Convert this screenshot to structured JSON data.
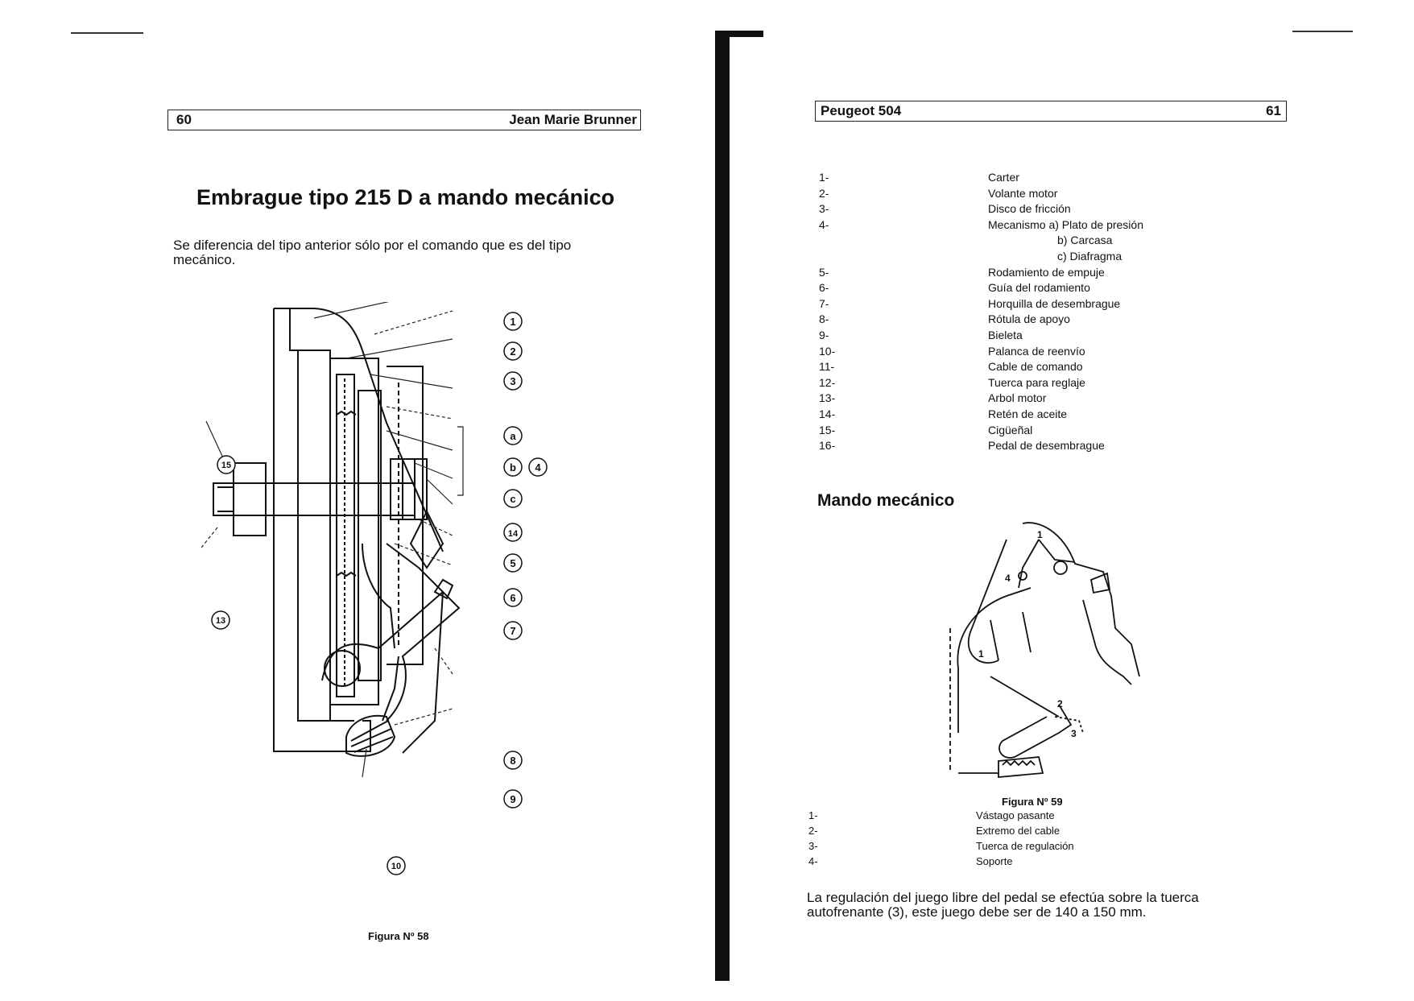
{
  "left_page": {
    "page_number": "60",
    "header_author": "Jean Marie Brunner",
    "title": "Embrague tipo 215 D a mando mecánico",
    "paragraph_line1": "Se diferencia del tipo anterior sólo por el comando que es del tipo",
    "paragraph_line2": "mecánico.",
    "figure_caption": "Figura Nº 58",
    "callouts": [
      "1",
      "2",
      "3",
      "a",
      "b",
      "c",
      "4",
      "14",
      "5",
      "6",
      "7",
      "8",
      "9",
      "10",
      "13",
      "15"
    ]
  },
  "right_page": {
    "header_title": "Peugeot 504",
    "page_number": "61",
    "legend": [
      {
        "num": "1-",
        "text": "Carter"
      },
      {
        "num": "2-",
        "text": "Volante motor"
      },
      {
        "num": "3-",
        "text": "Disco de fricción"
      },
      {
        "num": "4-",
        "text": "Mecanismo  a) Plato de presión"
      },
      {
        "num": "",
        "text": "b) Carcasa"
      },
      {
        "num": "",
        "text": "c) Diafragma"
      },
      {
        "num": "5-",
        "text": "Rodamiento de empuje"
      },
      {
        "num": "6-",
        "text": "Guía del rodamiento"
      },
      {
        "num": "7-",
        "text": "Horquilla de desembrague"
      },
      {
        "num": "8-",
        "text": "Rótula de apoyo"
      },
      {
        "num": "9-",
        "text": "Bieleta"
      },
      {
        "num": "10-",
        "text": "Palanca de reenvío"
      },
      {
        "num": "11-",
        "text": "Cable de comando"
      },
      {
        "num": "12-",
        "text": "Tuerca para reglaje"
      },
      {
        "num": "13-",
        "text": "Arbol motor"
      },
      {
        "num": "14-",
        "text": "Retén de aceite"
      },
      {
        "num": "15-",
        "text": "Cigüeñal"
      },
      {
        "num": "16-",
        "text": "Pedal de desembrague"
      }
    ],
    "section_title": "Mando mecánico",
    "figure_caption": "Figura Nº 59",
    "figure_labels": [
      "1",
      "4",
      "1",
      "2",
      "3"
    ],
    "figure_legend": [
      {
        "num": "1-",
        "text": "Vástago pasante"
      },
      {
        "num": "2-",
        "text": "Extremo del cable"
      },
      {
        "num": "3-",
        "text": "Tuerca de regulación"
      },
      {
        "num": "4-",
        "text": "Soporte"
      }
    ],
    "footer_line1": "La regulación del juego libre del pedal se efectúa sobre la tuerca",
    "footer_line2": "autofrenante (3), este juego debe ser de 140 a 150 mm."
  }
}
